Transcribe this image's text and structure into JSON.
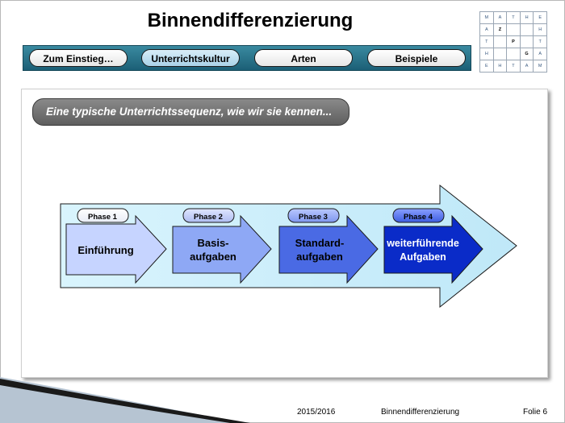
{
  "title": "Binnendifferenzierung",
  "logo": {
    "grid": [
      [
        "M",
        "A",
        "T",
        "H",
        "E"
      ],
      [
        "A",
        "Z",
        "",
        "",
        "H"
      ],
      [
        "T",
        "",
        "P",
        "",
        "T"
      ],
      [
        "H",
        "",
        "",
        "G",
        "A"
      ],
      [
        "E",
        "H",
        "T",
        "A",
        "M"
      ]
    ]
  },
  "nav": {
    "items": [
      {
        "label": "Zum Einstieg…"
      },
      {
        "label": "Unterrichtskultur"
      },
      {
        "label": "Arten"
      },
      {
        "label": "Beispiele"
      }
    ]
  },
  "section": {
    "heading": "Eine typische Unterrichtssequenz, wie wir sie kennen..."
  },
  "phases": [
    {
      "badge": "Phase 1",
      "line1": "Einführung",
      "line2": ""
    },
    {
      "badge": "Phase 2",
      "line1": "Basis-",
      "line2": "aufgaben"
    },
    {
      "badge": "Phase 3",
      "line1": "Standard-",
      "line2": "aufgaben"
    },
    {
      "badge": "Phase 4",
      "line1": "weiterführende",
      "line2": "Aufgaben"
    }
  ],
  "colors": {
    "nav_bar": "#2a7890",
    "big_arrow": "#c9eefa",
    "phase1": "#c6d4ff",
    "phase2": "#8ea8f5",
    "phase3": "#4a6ae4",
    "phase4": "#0a2bc8"
  },
  "footer": {
    "year": "2015/2016",
    "topic": "Binnendifferenzierung",
    "slide": "Folie 6"
  }
}
